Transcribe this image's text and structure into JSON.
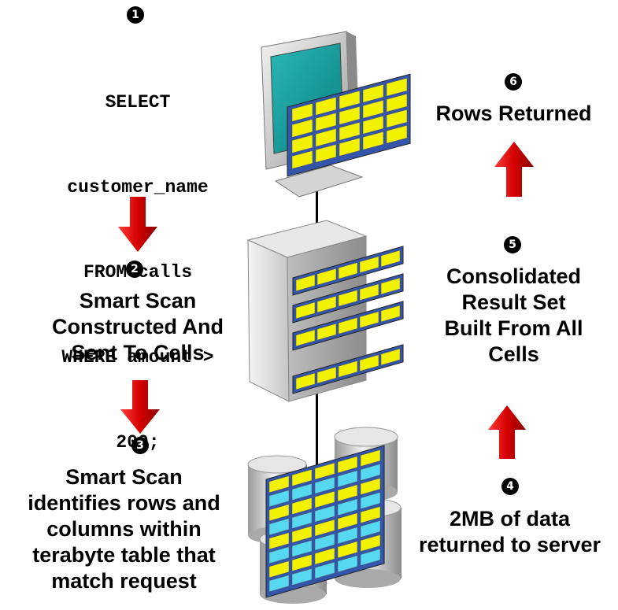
{
  "steps": {
    "step1": {
      "number": "1",
      "sql_lines": [
        "SELECT",
        "customer_name",
        "FROM calls",
        "WHERE amount >",
        "200;"
      ]
    },
    "step2": {
      "number": "2",
      "lines": [
        "Smart Scan",
        "Constructed And",
        "Sent To Cells"
      ]
    },
    "step3": {
      "number": "3",
      "lines": [
        "Smart Scan",
        "identifies rows and",
        "columns  within",
        "terabyte table that",
        "match request"
      ]
    },
    "step4": {
      "number": "4",
      "lines": [
        "2MB of data",
        "returned to server"
      ]
    },
    "step5": {
      "number": "5",
      "lines": [
        "Consolidated",
        "Result Set",
        "Built From All",
        "Cells"
      ]
    },
    "step6": {
      "number": "6",
      "lines": [
        "Rows Returned"
      ]
    }
  },
  "colors": {
    "arrow_red": "#cc0000",
    "cell_yellow": "#f2f200",
    "cell_cyan": "#55d8f0",
    "grid_blue": "#3355aa",
    "monitor_screen": "#1aa5a5"
  }
}
